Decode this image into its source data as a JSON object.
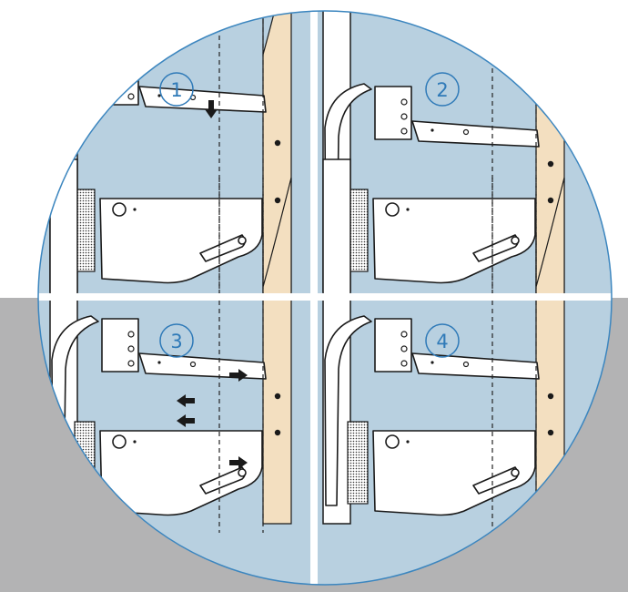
{
  "colors": {
    "page_background": "#ffffff",
    "lower_background": "#b3b3b4",
    "circle_fill": "#b8d0e0",
    "circle_stroke": "#3c86bf",
    "divider": "#ffffff",
    "tissue_fill": "#f3dfc0",
    "step_label_color": "#2f7ab8",
    "line_color": "#1a1a1a"
  },
  "steps": [
    {
      "label": "1",
      "paddle_state": "lowering",
      "arrows": [
        "down"
      ]
    },
    {
      "label": "2",
      "paddle_state": "compressed",
      "arrows": []
    },
    {
      "label": "3",
      "paddle_state": "sliding-right",
      "arrows": [
        "right",
        "left",
        "left",
        "right"
      ]
    },
    {
      "label": "4",
      "paddle_state": "final",
      "arrows": []
    }
  ]
}
